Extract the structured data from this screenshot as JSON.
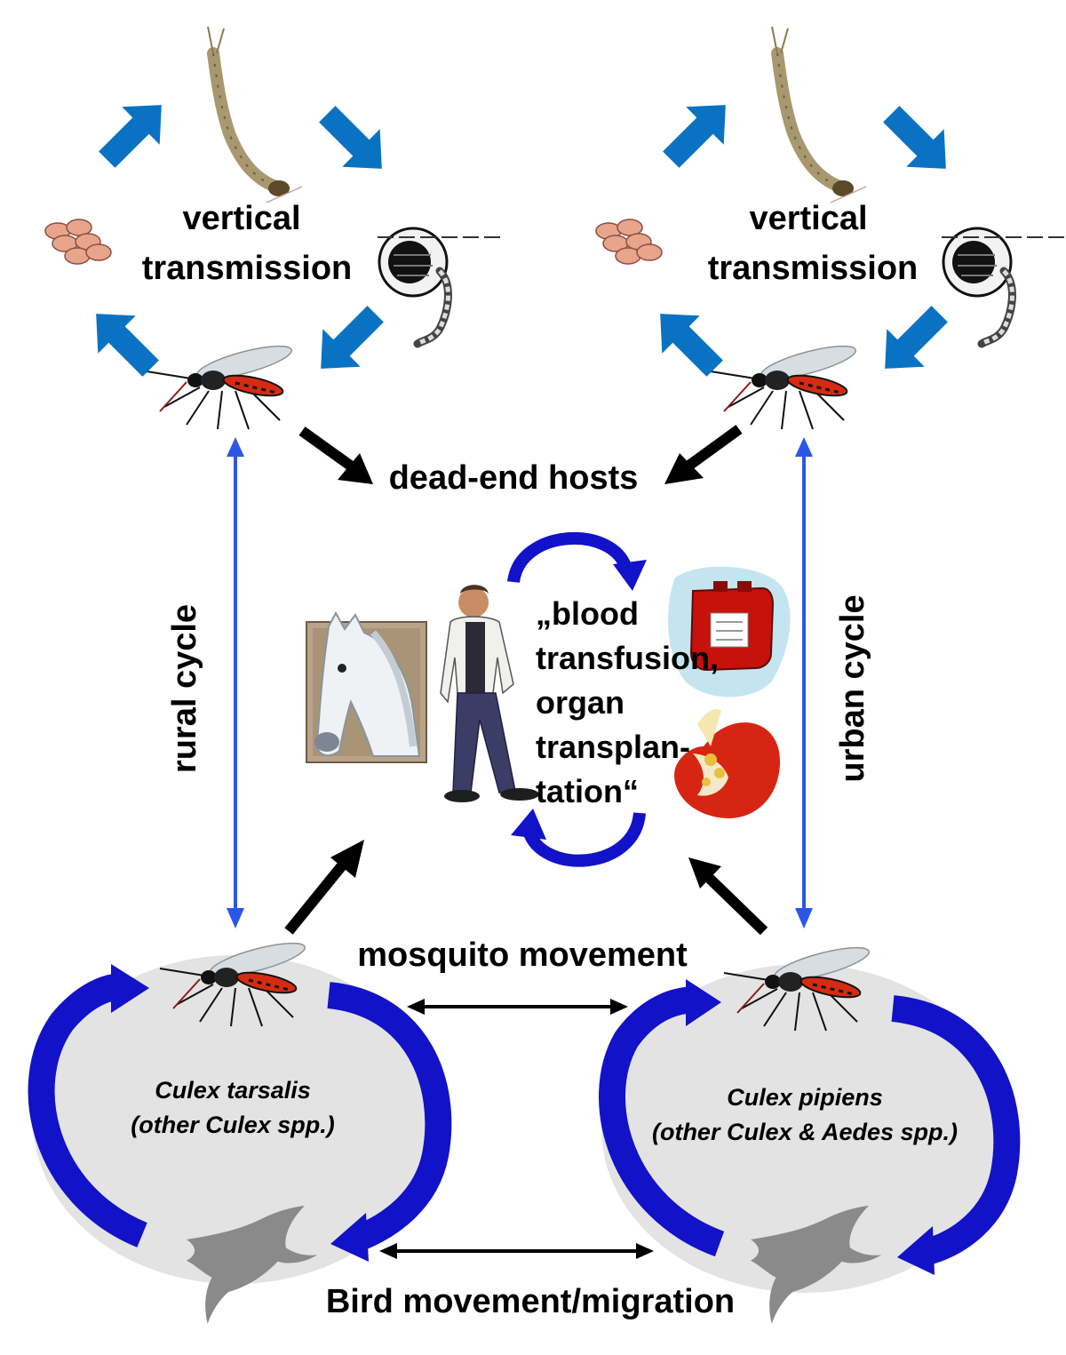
{
  "labels": {
    "vertical_left_1": "vertical",
    "vertical_left_2": "transmission",
    "vertical_right_1": "vertical",
    "vertical_right_2": "transmission",
    "dead_end_hosts": "dead-end hosts",
    "rural_cycle": "rural cycle",
    "urban_cycle": "urban cycle",
    "transfusion_1": "„blood",
    "transfusion_2": "transfusion,",
    "transfusion_3": "organ",
    "transfusion_4": "transplan-",
    "transfusion_5": "tation“",
    "mosquito_movement": "mosquito movement",
    "bird_movement": "Bird movement/migration",
    "rural_species_1": "Culex tarsalis",
    "rural_species_2": "(other Culex spp.)",
    "urban_species_1": "Culex pipiens",
    "urban_species_2": "(other Culex & Aedes spp.)"
  },
  "colors": {
    "vertical_arrow": "#0a72c2",
    "cycle_arrow": "#1212c8",
    "double_arrow_blue": "#2b57e8",
    "ellipse_fill": "#e3e3e3",
    "black_arrow": "#000000"
  },
  "icons": [
    "mosquito-icon",
    "larva-icon",
    "pupa-icon",
    "egg-raft-icon",
    "horse-icon",
    "human-icon",
    "blood-bag-icon",
    "kidney-icon",
    "bird-icon"
  ]
}
